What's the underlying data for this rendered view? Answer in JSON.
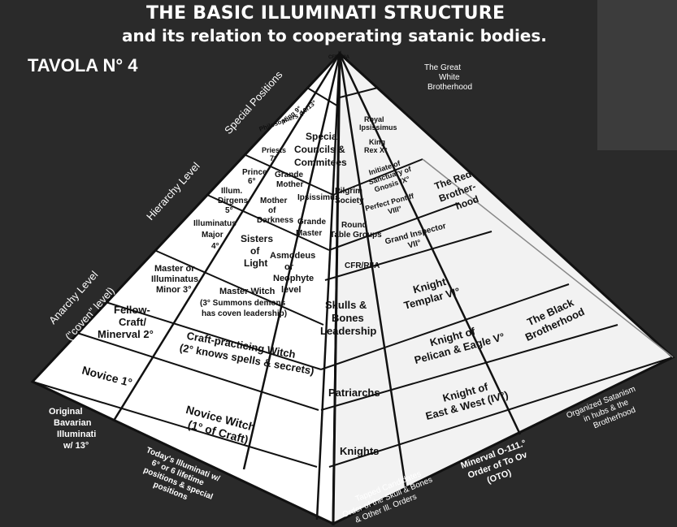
{
  "title": "THE BASIC ILLUMINATI STRUCTURE",
  "subtitle": "and its relation to cooperating satanic bodies.",
  "plate": "TAVOLA N° 4",
  "side_labels": {
    "special_positions": "Special Positions",
    "hierarchy_level": "Hierarchy Level",
    "anarchy_level": "Anarchy Level",
    "coven_level": "(\"coven\" level)",
    "great_white": [
      "The Great",
      "White",
      "Brotherhood"
    ],
    "original_bavarian": [
      "Original",
      "Bavarian",
      "Illuminati",
      "w/ 13°"
    ],
    "todays_illuminati": [
      "Today's Illuminati w/",
      "6° or 6 lifetime",
      "positions & special",
      "positions"
    ],
    "tapped_candidates": [
      "Tapped Candidates",
      "Order of the Skull & Bones",
      "& Other Ill. Orders"
    ],
    "minerval_oto": [
      "Minerval O-111.°",
      "Order of To Ov",
      "(OTO)"
    ],
    "organized_satanism": [
      "Organized Satanism",
      "in hubs & the",
      "Brotherhood"
    ]
  },
  "cells": {
    "apex": "CFRIRIIA",
    "c1013": "10/13°",
    "king9": "King 9°",
    "philosopher": "Philosophers 8°",
    "priest": [
      "Priests",
      "7°"
    ],
    "prince": [
      "Prince",
      "6°"
    ],
    "illum_dirigens": [
      "Illum.",
      "Dirgens",
      "5°"
    ],
    "illum_major": [
      "Illuminatus",
      "Major",
      "4°"
    ],
    "master_minor": [
      "Master or",
      "Illuminatus",
      "Minor 3°"
    ],
    "fellow_craft": [
      "Fellow-",
      "Craft/",
      "Minerval 2°"
    ],
    "novice1": "Novice 1°",
    "grande_mother": [
      "Grande",
      "Mother"
    ],
    "ipsissimus": "Ipsissimus",
    "mother_darkness": [
      "Mother",
      "of",
      "Darkness"
    ],
    "grande_master": [
      "Grande",
      "Master"
    ],
    "sisters_light": [
      "Sisters",
      "of",
      "Light"
    ],
    "asmodeus": [
      "Asmodeus",
      "or",
      "Neophyte",
      "level"
    ],
    "master_witch": [
      "Master Witch",
      "(3° Summons demons",
      "has coven leadership)"
    ],
    "craft_witch": [
      "Craft-practicing Witch",
      "(2° knows spells & secrets)"
    ],
    "novice_witch": [
      "Novice Witch",
      "(1° of Craft)"
    ],
    "special_councils": [
      "Special",
      "Councils &",
      "Commitees"
    ],
    "pilgrim_society": [
      "Pilgrim",
      "Society"
    ],
    "round_table": [
      "Round",
      "Table Groups"
    ],
    "cfr": "CFR/RIIA",
    "skulls_bones": [
      "Skulls &",
      "Bones",
      "Leadership"
    ],
    "patriarchs": "Patriarchs",
    "knights": "Knights",
    "royal_ipsissimus": [
      "Royal",
      "Ipsissimus"
    ],
    "king_rex": [
      "King",
      "Rex X°"
    ],
    "initiate_sanctuary": [
      "Initiate of",
      "Sanctuary of",
      "Gnosis IX°"
    ],
    "perfect_pontiff": [
      "Perfect Pontiff",
      "VIII°"
    ],
    "grand_inspector": [
      "Grand Inspector",
      "VII°"
    ],
    "knight_templar": [
      "Knight",
      "Templar VI°"
    ],
    "knight_pelican": [
      "Knight of",
      "Pelican & Eagle V°"
    ],
    "knight_east_west": [
      "Knight of",
      "East & West (IV°)"
    ],
    "red_brotherhood": [
      "The Red",
      "Brother-",
      "hood"
    ],
    "black_brotherhood": [
      "The Black",
      "Brotherhood"
    ]
  }
}
